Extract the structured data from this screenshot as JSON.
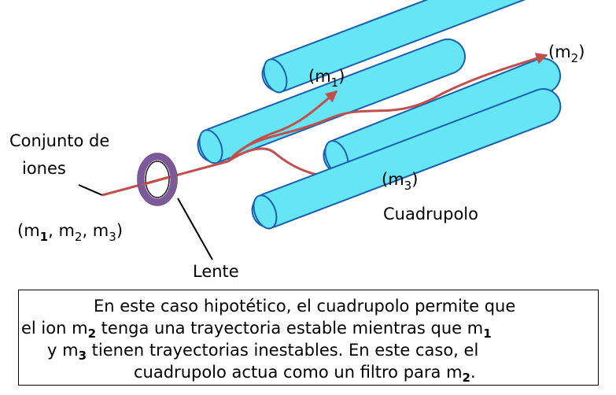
{
  "labels": {
    "m1": "m",
    "m1_sub": "1",
    "m2": "m",
    "m2_sub": "2",
    "m3": "m",
    "m3_sub": "3",
    "conjunto_line1": "Conjunto de",
    "conjunto_line2": "iones",
    "masses_prefix": "(m",
    "masses_sub1": "1",
    "masses_mid1": ", m",
    "masses_sub2": "2",
    "masses_mid2": ", m",
    "masses_sub3": "3",
    "masses_suffix": ")",
    "lente": "Lente",
    "cuadrupolo": "Cuadrupolo",
    "open_paren": "(",
    "close_paren": ")"
  },
  "caption": {
    "line1": "En este caso hipotético, el cuadrupolo permite que",
    "line2_a": "el ion m",
    "line2_sub_a": "2",
    "line2_b": " tenga una trayectoria estable mientras que m",
    "line2_sub_b": "1",
    "line3_a": "y  m",
    "line3_sub": "3",
    "line3_b": " tienen trayectorias inestables.  En este caso, el",
    "line4_a": "cuadrupolo actua como un filtro para m",
    "line4_sub": "2",
    "line4_b": "."
  },
  "colors": {
    "rod_fill": "#66e6f5",
    "rod_stroke": "#1a5fb0",
    "path": "#c0504d",
    "lens": "#7c5a9a"
  }
}
